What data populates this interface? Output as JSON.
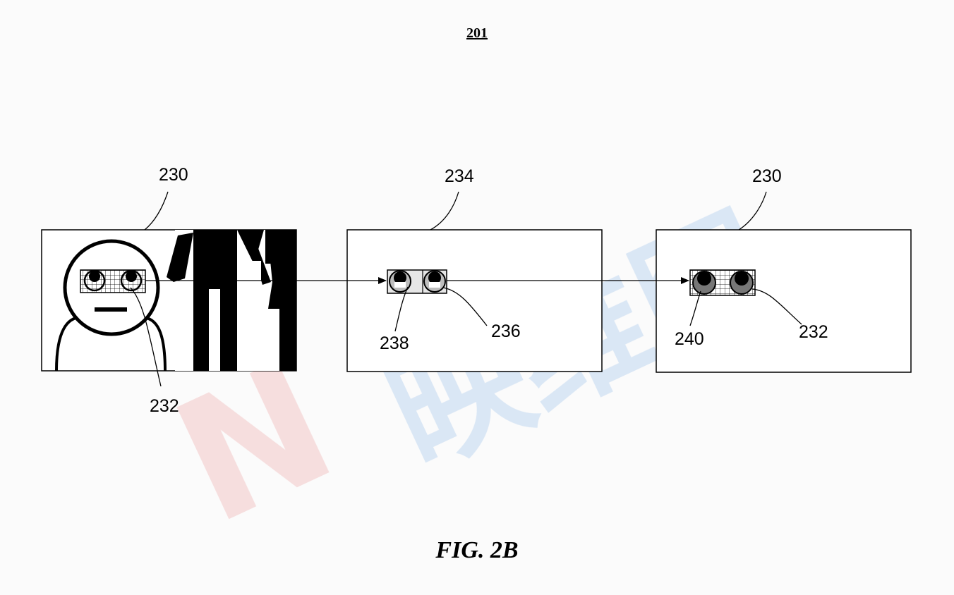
{
  "figure": {
    "number_label": "201",
    "caption": "FIG. 2B"
  },
  "panels": [
    {
      "id": "first",
      "ref": "230"
    },
    {
      "id": "middle",
      "ref": "234"
    },
    {
      "id": "last",
      "ref": "230"
    }
  ],
  "callouts": {
    "eye_region_first": "232",
    "eye_left_middle": "238",
    "eye_right_middle": "236",
    "eye_left_last": "240",
    "eye_region_last": "232"
  },
  "watermark": {
    "text": "映维网",
    "logo_letter": "N",
    "colors": {
      "blue": "#cfe0f3",
      "red": "#f5d5d5"
    }
  },
  "colors": {
    "ink": "#000000",
    "paper": "#fbfbfb"
  }
}
